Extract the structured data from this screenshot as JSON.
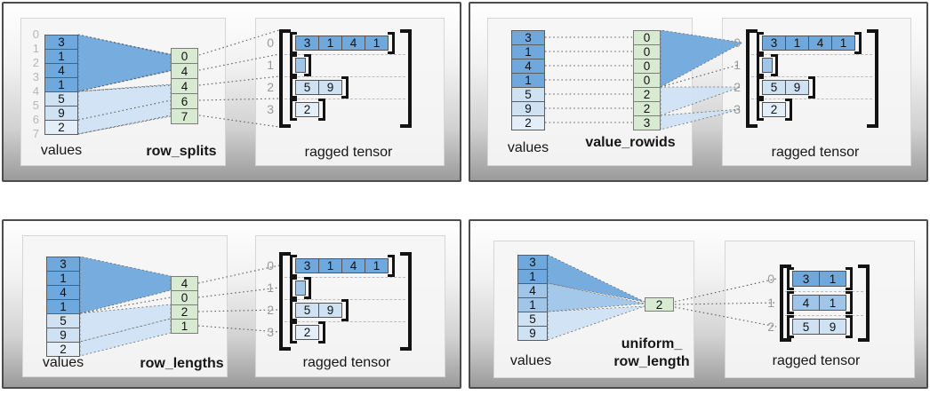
{
  "palette": {
    "blue1": "#6fa8dc",
    "blue2": "#9fc5e8",
    "blue3": "#cfe2f3",
    "blue4": "#e3eef9",
    "green": "#d9ead3"
  },
  "panels": [
    {
      "name": "row_splits",
      "values_label": "values",
      "method_label": "row_splits",
      "tensor_label": "ragged tensor",
      "value_index_labels": [
        "0",
        "1",
        "2",
        "3",
        "4",
        "5",
        "6",
        "7"
      ],
      "values": [
        {
          "value": "3",
          "shade": "blue1"
        },
        {
          "value": "1",
          "shade": "blue1"
        },
        {
          "value": "4",
          "shade": "blue1"
        },
        {
          "value": "1",
          "shade": "blue1"
        },
        {
          "value": "5",
          "shade": "blue3"
        },
        {
          "value": "9",
          "shade": "blue3"
        },
        {
          "value": "2",
          "shade": "blue4"
        }
      ],
      "param_cells": [
        "0",
        "4",
        "4",
        "6",
        "7"
      ],
      "tensor_rows": [
        {
          "label": "0",
          "shade": "blue1",
          "cells": [
            "3",
            "1",
            "4",
            "1"
          ]
        },
        {
          "label": "1",
          "shade": "blue2",
          "cells": []
        },
        {
          "label": "2",
          "shade": "blue3",
          "cells": [
            "5",
            "9"
          ]
        },
        {
          "label": "3",
          "shade": "blue4",
          "cells": [
            "2"
          ]
        }
      ]
    },
    {
      "name": "value_rowids",
      "values_label": "values",
      "method_label": "value_rowids",
      "tensor_label": "ragged tensor",
      "values": [
        {
          "value": "3",
          "shade": "blue1"
        },
        {
          "value": "1",
          "shade": "blue1"
        },
        {
          "value": "4",
          "shade": "blue1"
        },
        {
          "value": "1",
          "shade": "blue1"
        },
        {
          "value": "5",
          "shade": "blue3"
        },
        {
          "value": "9",
          "shade": "blue3"
        },
        {
          "value": "2",
          "shade": "blue4"
        }
      ],
      "param_cells": [
        "0",
        "0",
        "0",
        "0",
        "2",
        "2",
        "3"
      ],
      "tensor_rows": [
        {
          "label": "0",
          "shade": "blue1",
          "cells": [
            "3",
            "1",
            "4",
            "1"
          ]
        },
        {
          "label": "1",
          "shade": "blue2",
          "cells": []
        },
        {
          "label": "2",
          "shade": "blue3",
          "cells": [
            "5",
            "9"
          ]
        },
        {
          "label": "3",
          "shade": "blue4",
          "cells": [
            "2"
          ]
        }
      ]
    },
    {
      "name": "row_lengths",
      "values_label": "values",
      "method_label": "row_lengths",
      "tensor_label": "ragged tensor",
      "values": [
        {
          "value": "3",
          "shade": "blue1"
        },
        {
          "value": "1",
          "shade": "blue1"
        },
        {
          "value": "4",
          "shade": "blue1"
        },
        {
          "value": "1",
          "shade": "blue1"
        },
        {
          "value": "5",
          "shade": "blue3"
        },
        {
          "value": "9",
          "shade": "blue3"
        },
        {
          "value": "2",
          "shade": "blue4"
        }
      ],
      "param_cells": [
        "4",
        "0",
        "2",
        "1"
      ],
      "tensor_rows": [
        {
          "label": "0",
          "shade": "blue1",
          "cells": [
            "3",
            "1",
            "4",
            "1"
          ]
        },
        {
          "label": "1",
          "shade": "blue2",
          "cells": []
        },
        {
          "label": "2",
          "shade": "blue3",
          "cells": [
            "5",
            "9"
          ]
        },
        {
          "label": "3",
          "shade": "blue4",
          "cells": [
            "2"
          ]
        }
      ]
    },
    {
      "name": "uniform_row_length",
      "values_label": "values",
      "method_label": "uniform_\nrow_length",
      "tensor_label": "ragged tensor",
      "values": [
        {
          "value": "3",
          "shade": "blue1"
        },
        {
          "value": "1",
          "shade": "blue1"
        },
        {
          "value": "4",
          "shade": "blue2"
        },
        {
          "value": "1",
          "shade": "blue2"
        },
        {
          "value": "5",
          "shade": "blue3"
        },
        {
          "value": "9",
          "shade": "blue3"
        }
      ],
      "param_cells": [
        "2"
      ],
      "tensor_rows": [
        {
          "label": "0",
          "shade": "blue1",
          "cells": [
            "3",
            "1"
          ]
        },
        {
          "label": "1",
          "shade": "blue2",
          "cells": [
            "4",
            "1"
          ]
        },
        {
          "label": "2",
          "shade": "blue3",
          "cells": [
            "5",
            "9"
          ]
        }
      ]
    }
  ]
}
